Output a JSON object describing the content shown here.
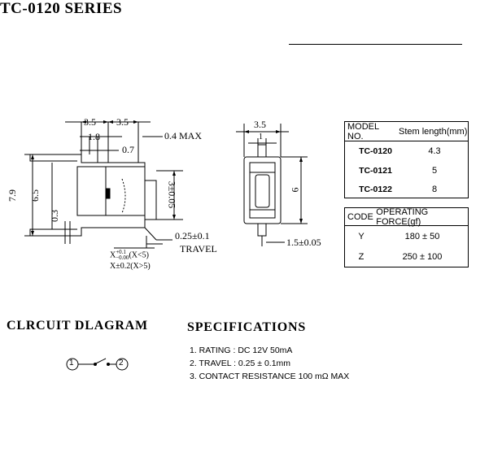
{
  "title": "TC-0120  SERIES",
  "dimensions": {
    "top_3_5_a": "3.5",
    "top_3_5_b": "3.5",
    "d_1_8": "1.8",
    "d_0_7": "0.7",
    "d_0_4_max": "0.4  MAX",
    "d_7_9": "7.9",
    "d_6_5": "6.5",
    "d_0_3": "0.3",
    "d_3_0_05": "3±0.05",
    "d_0_25": "0.25±0.1",
    "travel": "TRAVEL",
    "tol_x_small_main": "X",
    "tol_x_small_up": "+0.1",
    "tol_x_small_down": "−0.00",
    "tol_x_small_cond": "(X<5)",
    "tol_x_large": "X±0.2(X>5)",
    "side_3_5": "3.5",
    "side_1": "1",
    "side_6": "6",
    "side_1_5": "1.5±0.05"
  },
  "model_table": {
    "headers": [
      "MODEL NO.",
      "Stem length(mm)"
    ],
    "rows": [
      {
        "model": "TC-0120",
        "length": "4.3"
      },
      {
        "model": "TC-0121",
        "length": "5"
      },
      {
        "model": "TC-0122",
        "length": "8"
      }
    ]
  },
  "force_table": {
    "headers": [
      "CODE",
      "OPERATING FORCE(gf)"
    ],
    "rows": [
      {
        "code": "Y",
        "force": "180 ± 50"
      },
      {
        "code": "Z",
        "force": "250 ± 100"
      }
    ]
  },
  "circuit": {
    "title": "CLRCUIT  DLAGRAM",
    "terminal_1": "1",
    "terminal_2": "2"
  },
  "specifications": {
    "title": "SPECIFICATIONS",
    "items": [
      "1. RATING : DC 12V  50mA",
      "2. TRAVEL : 0.25 ± 0.1mm",
      "3. CONTACT  RESISTANCE 100 mΩ MAX"
    ]
  }
}
